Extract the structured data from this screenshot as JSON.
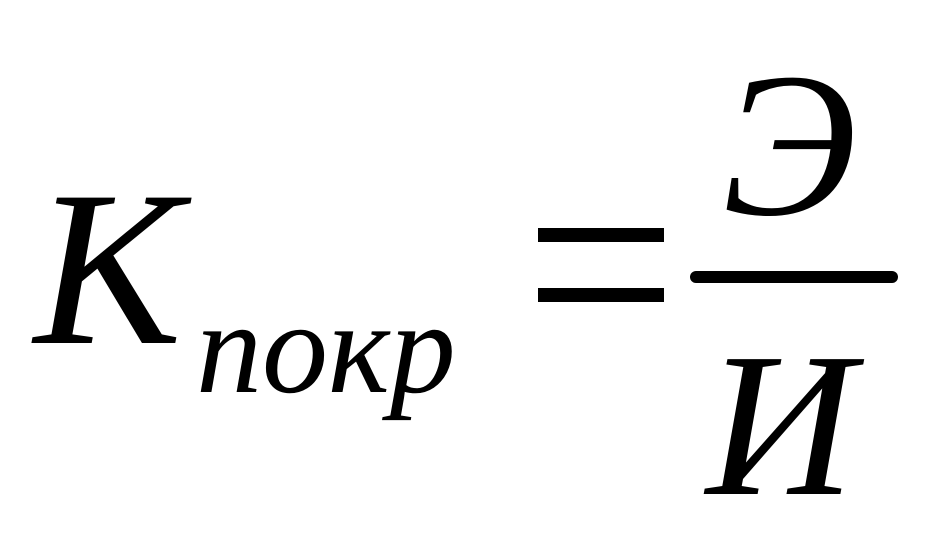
{
  "formula": {
    "variable": "K",
    "subscript": "покр",
    "operator": "=",
    "numerator": "Э",
    "denominator": "И"
  }
}
